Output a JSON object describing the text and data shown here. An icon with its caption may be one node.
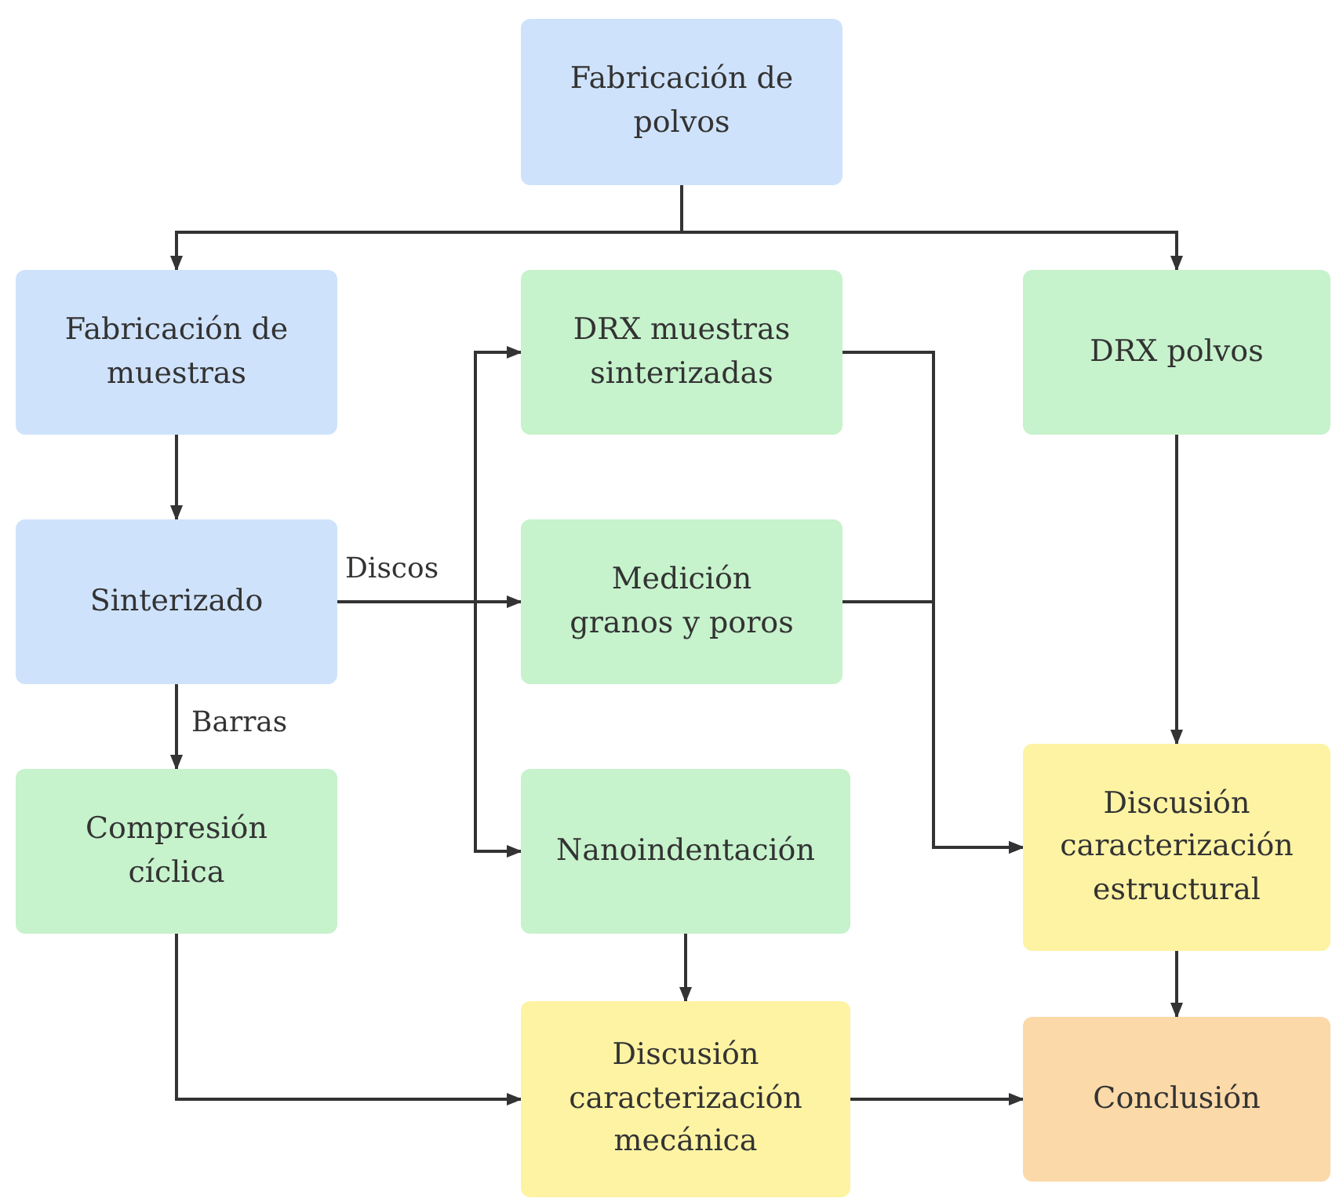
{
  "diagram": {
    "nodes": [
      {
        "text": [
          "Fabricación de polvos"
        ]
      },
      {
        "text": [
          "Fabricación de muestras"
        ]
      },
      {
        "text": [
          "DRX muestras sinterizadas"
        ]
      },
      {
        "text": [
          "DRX polvos"
        ]
      },
      {
        "text": [
          "Sinterizado"
        ]
      },
      {
        "text": [
          "Medición granos y poros"
        ]
      },
      {
        "text": [
          "Compresión cíclica"
        ]
      },
      {
        "text": [
          "Nanoindentación"
        ]
      },
      {
        "text": [
          "Discusión caracterización estructural"
        ]
      },
      {
        "text": [
          "Discusión caracterización mecánica"
        ]
      },
      {
        "text": [
          "Conclusión"
        ]
      }
    ],
    "edges": [
      {
        "from": 0,
        "to": 1,
        "arrow": "to"
      },
      {
        "from": 0,
        "to": 3,
        "arrow": "to"
      },
      {
        "from": 1,
        "to": 4,
        "arrow": "to"
      },
      {
        "from": 4,
        "to": 2,
        "arrow": "to"
      },
      {
        "from": 4,
        "to": 5,
        "arrow": "to",
        "label": "Discos"
      },
      {
        "from": 4,
        "to": 7,
        "arrow": "to"
      },
      {
        "from": 4,
        "to": 6,
        "arrow": "to",
        "label": "Barras"
      },
      {
        "from": 2,
        "to": 8,
        "arrow": "to"
      },
      {
        "from": 5,
        "to": 8,
        "arrow": "to"
      },
      {
        "from": 3,
        "to": 8,
        "arrow": "to"
      },
      {
        "from": 7,
        "to": 9,
        "arrow": "to"
      },
      {
        "from": 6,
        "to": 9,
        "arrow": "to"
      },
      {
        "from": 9,
        "to": 10,
        "arrow": "to"
      },
      {
        "from": 8,
        "to": 10,
        "arrow": "to"
      }
    ]
  }
}
